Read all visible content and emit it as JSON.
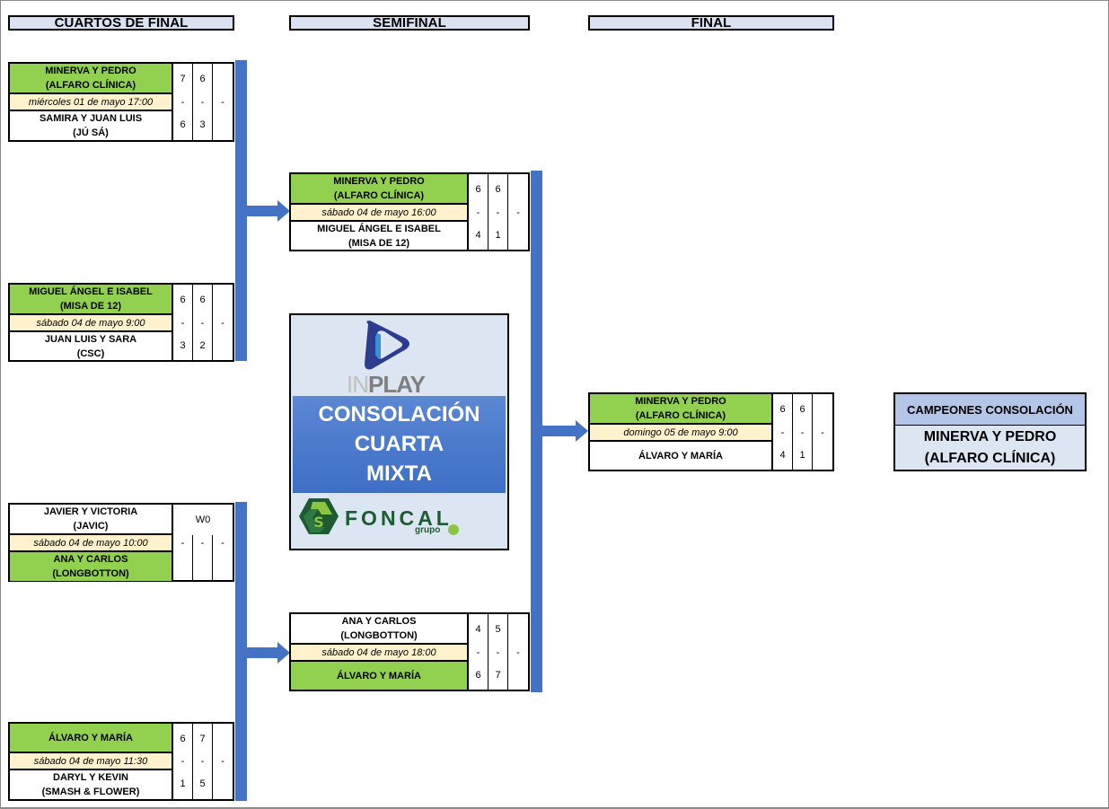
{
  "rounds": {
    "quarterfinal": "CUARTOS DE FINAL",
    "semifinal": "SEMIFINAL",
    "final": "FINAL"
  },
  "colors": {
    "winner": "#92d050",
    "date_bg": "#fff2cc",
    "header_bg": "#d9e1f2",
    "connector": "#4472c4",
    "champion_title_bg": "#b4c6e7",
    "champion_bg": "#dce6f2"
  },
  "quarterfinals": [
    {
      "top": {
        "name": "MINERVA Y PEDRO\n(ALFARO CLÍNICA)",
        "winner": true,
        "scores": [
          "7",
          "6",
          ""
        ]
      },
      "date": "miércoles 01 de mayo 17:00",
      "dashes": [
        "-",
        "-",
        "-"
      ],
      "bottom": {
        "name": "SAMIRA Y JUAN LUIS\n(JÚ SÁ)",
        "winner": false,
        "scores": [
          "6",
          "3",
          ""
        ]
      }
    },
    {
      "top": {
        "name": "MIGUEL ÁNGEL E ISABEL\n(MISA DE 12)",
        "winner": true,
        "scores": [
          "6",
          "6",
          ""
        ]
      },
      "date": "sábado 04 de mayo 9:00",
      "dashes": [
        "-",
        "-",
        "-"
      ],
      "bottom": {
        "name": "JUAN LUIS Y SARA\n(CSC)",
        "winner": false,
        "scores": [
          "3",
          "2",
          ""
        ]
      }
    },
    {
      "top": {
        "name": "JAVIER Y VICTORIA\n(JAVIC)",
        "winner": false,
        "scores": []
      },
      "walkover": "W0",
      "date": "sábado 04 de mayo 10:00",
      "dashes": [
        "-",
        "-",
        "-"
      ],
      "bottom": {
        "name": "ANA Y CARLOS\n(LONGBOTTON)",
        "winner": true,
        "scores": [
          "",
          "",
          ""
        ]
      }
    },
    {
      "top": {
        "name": "ÁLVARO Y MARÍA",
        "winner": true,
        "scores": [
          "6",
          "7",
          ""
        ]
      },
      "date": "sábado 04 de mayo 11:30",
      "dashes": [
        "-",
        "-",
        "-"
      ],
      "bottom": {
        "name": "DARYL Y KEVIN\n(SMASH & FLOWER)",
        "winner": false,
        "scores": [
          "1",
          "5",
          ""
        ]
      }
    }
  ],
  "semifinals": [
    {
      "top": {
        "name": "MINERVA Y PEDRO\n(ALFARO CLÍNICA)",
        "winner": true,
        "scores": [
          "6",
          "6",
          ""
        ]
      },
      "date": "sábado 04 de mayo 16:00",
      "dashes": [
        "-",
        "-",
        "-"
      ],
      "bottom": {
        "name": "MIGUEL ÁNGEL E ISABEL\n(MISA DE 12)",
        "winner": false,
        "scores": [
          "4",
          "1",
          ""
        ]
      }
    },
    {
      "top": {
        "name": "ANA Y CARLOS\n(LONGBOTTON)",
        "winner": false,
        "scores": [
          "4",
          "5",
          ""
        ]
      },
      "date": "sábado 04 de mayo 18:00",
      "dashes": [
        "-",
        "-",
        "-"
      ],
      "bottom": {
        "name": "ÁLVARO Y MARÍA",
        "winner": true,
        "scores": [
          "6",
          "7",
          ""
        ]
      }
    }
  ],
  "final": {
    "top": {
      "name": "MINERVA Y PEDRO\n(ALFARO CLÍNICA)",
      "winner": true,
      "scores": [
        "6",
        "6",
        ""
      ]
    },
    "date": "domingo 05 de mayo 9:00",
    "dashes": [
      "-",
      "-",
      "-"
    ],
    "bottom": {
      "name": "ÁLVARO Y MARÍA",
      "winner": false,
      "scores": [
        "4",
        "1",
        ""
      ]
    }
  },
  "logo": {
    "sponsor_top_in": "IN",
    "sponsor_top_play": "PLAY",
    "banner_lines": [
      "CONSOLACIÓN",
      "CUARTA",
      "MIXTA"
    ],
    "sponsor_bottom": "FONCAL",
    "sponsor_bottom_sub": "grupo",
    "icons": [
      "inplay-play-logo-icon",
      "foncal-hexagon-logo-icon"
    ]
  },
  "champion": {
    "title": "CAMPEONES CONSOLACIÓN",
    "name": "MINERVA Y PEDRO\n(ALFARO CLÍNICA)"
  }
}
